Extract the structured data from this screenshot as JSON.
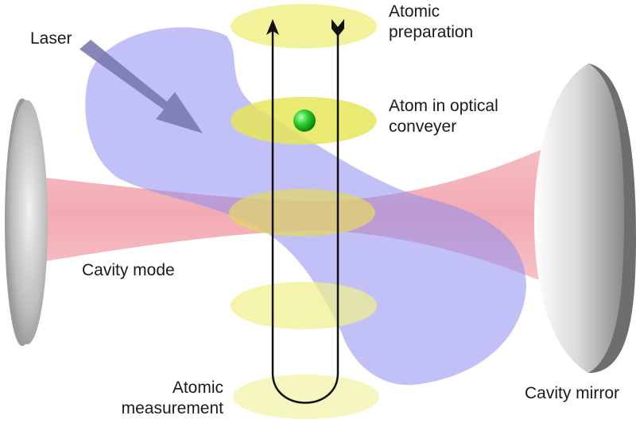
{
  "labels": {
    "laser": "Laser",
    "atomic_preparation": [
      "Atomic",
      "preparation"
    ],
    "atom_in_conveyer": [
      "Atom in optical",
      "conveyer"
    ],
    "cavity_mode": "Cavity mode",
    "atomic_measurement": [
      "Atomic",
      "measurement"
    ],
    "cavity_mirror": "Cavity mirror"
  },
  "colors": {
    "cavity_beam": "#f08a95",
    "laser_beam": "#8e8ef0",
    "lattice_disc": "#f0f08a",
    "atom": "#22c922",
    "mirror": "#c8c8c8",
    "arrow": "#7a7ab0"
  }
}
